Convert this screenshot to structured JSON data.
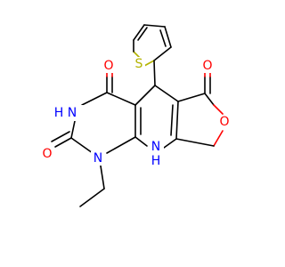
{
  "molecule": {
    "colors": {
      "carbon": "#000000",
      "oxygen": "#ff0000",
      "nitrogen": "#0000ff",
      "sulfur": "#b3b300",
      "background": "#ffffff"
    },
    "atom_labels": {
      "sulfur": "S",
      "oxygen_top": "O",
      "oxygen_ketone": "O",
      "oxygen_ring": "O",
      "nitrogen_h_upper": "H",
      "nitrogen_upper": "N",
      "oxygen_urea": "O",
      "nitrogen_ethyl": "N",
      "nitrogen_h_lower": "N",
      "hydrogen_lower": "H"
    }
  }
}
